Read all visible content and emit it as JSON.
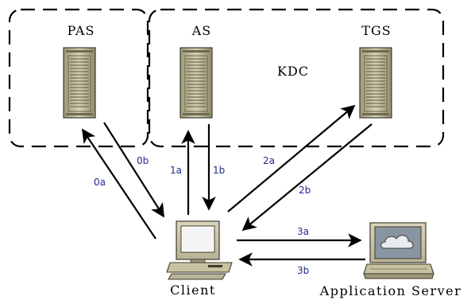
{
  "labels": {
    "pas": "PAS",
    "as": "AS",
    "tgs": "TGS",
    "kdc": "KDC",
    "client": "Client",
    "app_server": "Application Server"
  },
  "arrows": {
    "a0a": "0a",
    "a0b": "0b",
    "a1a": "1a",
    "a1b": "1b",
    "a2a": "2a",
    "a2b": "2b",
    "a3a": "3a",
    "a3b": "3b"
  },
  "colors": {
    "arrow_label": "#1f2a8a",
    "server_body": "#c7c2a0",
    "server_dark": "#6e6a52",
    "monitor_screen": "#8a95a3",
    "cloud": "#e8ecf0"
  },
  "icons": {
    "server": "server-tower-icon",
    "client": "desktop-computer-icon",
    "app_server": "laptop-cloud-icon"
  }
}
